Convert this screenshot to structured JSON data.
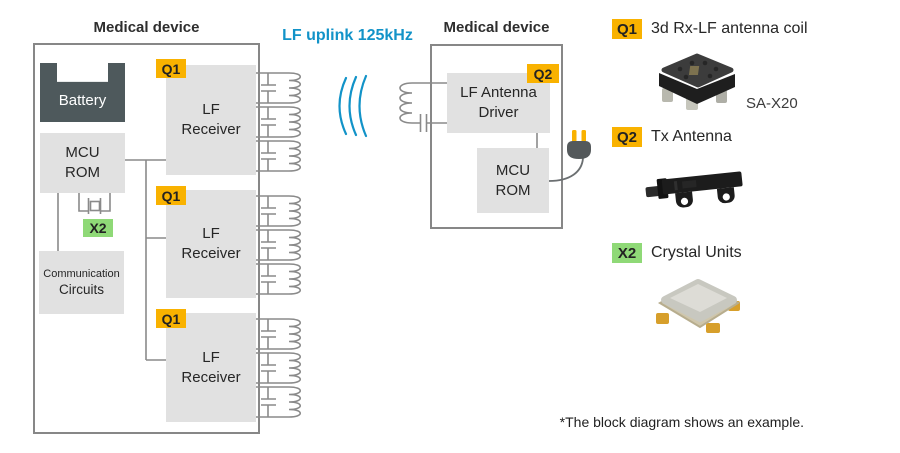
{
  "colors": {
    "accent_orange": "#F9B200",
    "accent_green": "#8FD977",
    "accent_blue": "#1293C8",
    "box_fill": "#E1E1E1",
    "battery_fill": "#4E595C",
    "wire_gray": "#8A8A8A"
  },
  "left_device": {
    "title": "Medical device",
    "battery_label": "Battery",
    "mcu_line1": "MCU",
    "mcu_line2": "ROM",
    "crystal_badge": "X2",
    "comm_line1": "Communication",
    "comm_line2": "Circuits",
    "receivers": [
      {
        "badge": "Q1",
        "line1": "LF",
        "line2": "Receiver"
      },
      {
        "badge": "Q1",
        "line1": "LF",
        "line2": "Receiver"
      },
      {
        "badge": "Q1",
        "line1": "LF",
        "line2": "Receiver"
      }
    ]
  },
  "uplink_label": "LF uplink 125kHz",
  "right_device": {
    "title": "Medical device",
    "driver_badge": "Q2",
    "driver_line1": "LF Antenna",
    "driver_line2": "Driver",
    "mcu_line1": "MCU",
    "mcu_line2": "ROM"
  },
  "legend": {
    "items": [
      {
        "badge": "Q1",
        "label": "3d Rx-LF antenna coil",
        "part_number": "SA-X20",
        "photo_icon": "rx-lf-antenna-coil-photo"
      },
      {
        "badge": "Q2",
        "label": "Tx Antenna",
        "photo_icon": "tx-antenna-photo"
      },
      {
        "badge": "X2",
        "label": "Crystal Units",
        "photo_icon": "crystal-unit-photo"
      }
    ]
  },
  "footnote": "*The block diagram shows an example."
}
